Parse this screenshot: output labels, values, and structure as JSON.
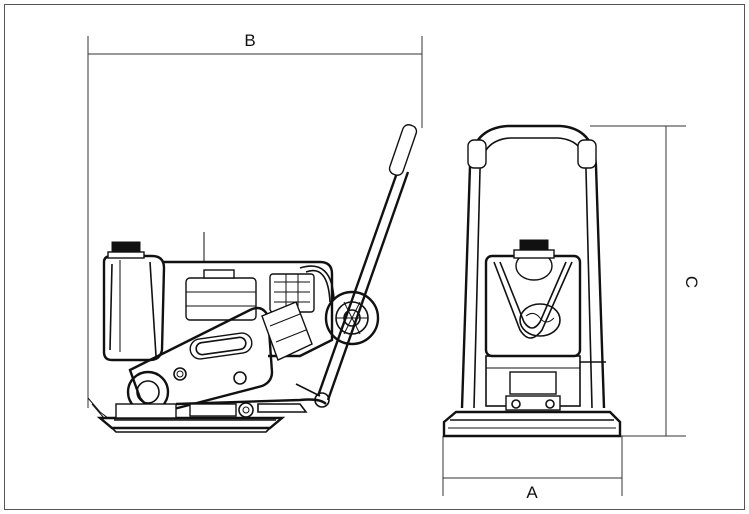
{
  "dimensions": {
    "A": "A",
    "B": "B",
    "C": "C"
  },
  "colors": {
    "line": "#111111",
    "background": "#ffffff",
    "border": "#555555"
  },
  "views": {
    "side": "side-view",
    "front": "front-view"
  }
}
